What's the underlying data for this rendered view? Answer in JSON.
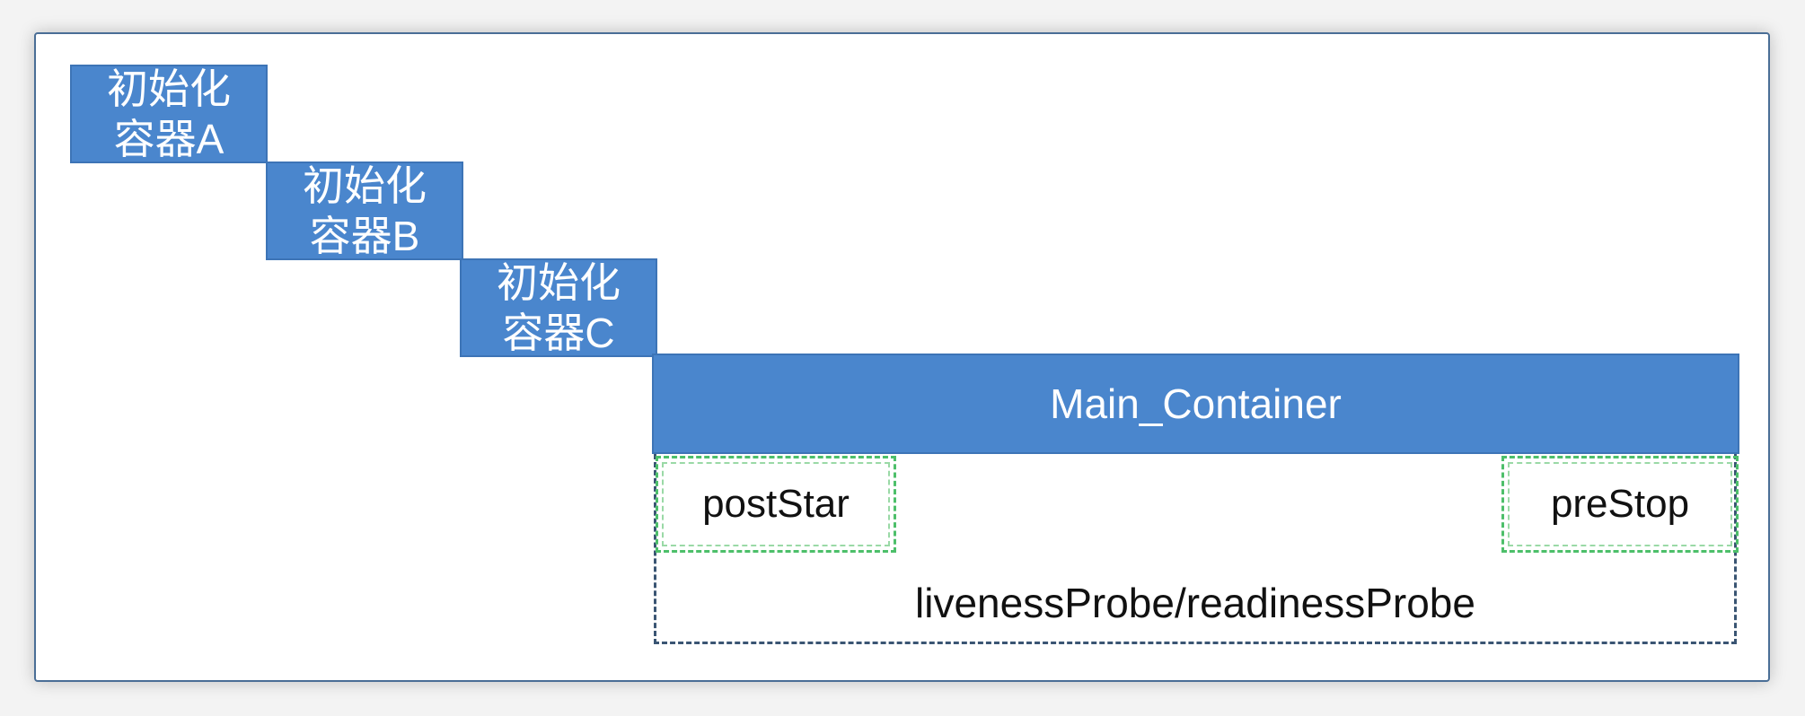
{
  "init_containers": [
    {
      "line1": "初始化",
      "line2": "容器A"
    },
    {
      "line1": "初始化",
      "line2": "容器B"
    },
    {
      "line1": "初始化",
      "line2": "容器C"
    }
  ],
  "main_container": {
    "label": "Main_Container"
  },
  "hooks": {
    "post": "postStar",
    "pre": "preStop"
  },
  "probes": {
    "label": "livenessProbe/readinessProbe"
  },
  "colors": {
    "block_fill": "#4a86cd",
    "hook_border": "#4dbf6a",
    "probe_border": "#3a5573"
  }
}
